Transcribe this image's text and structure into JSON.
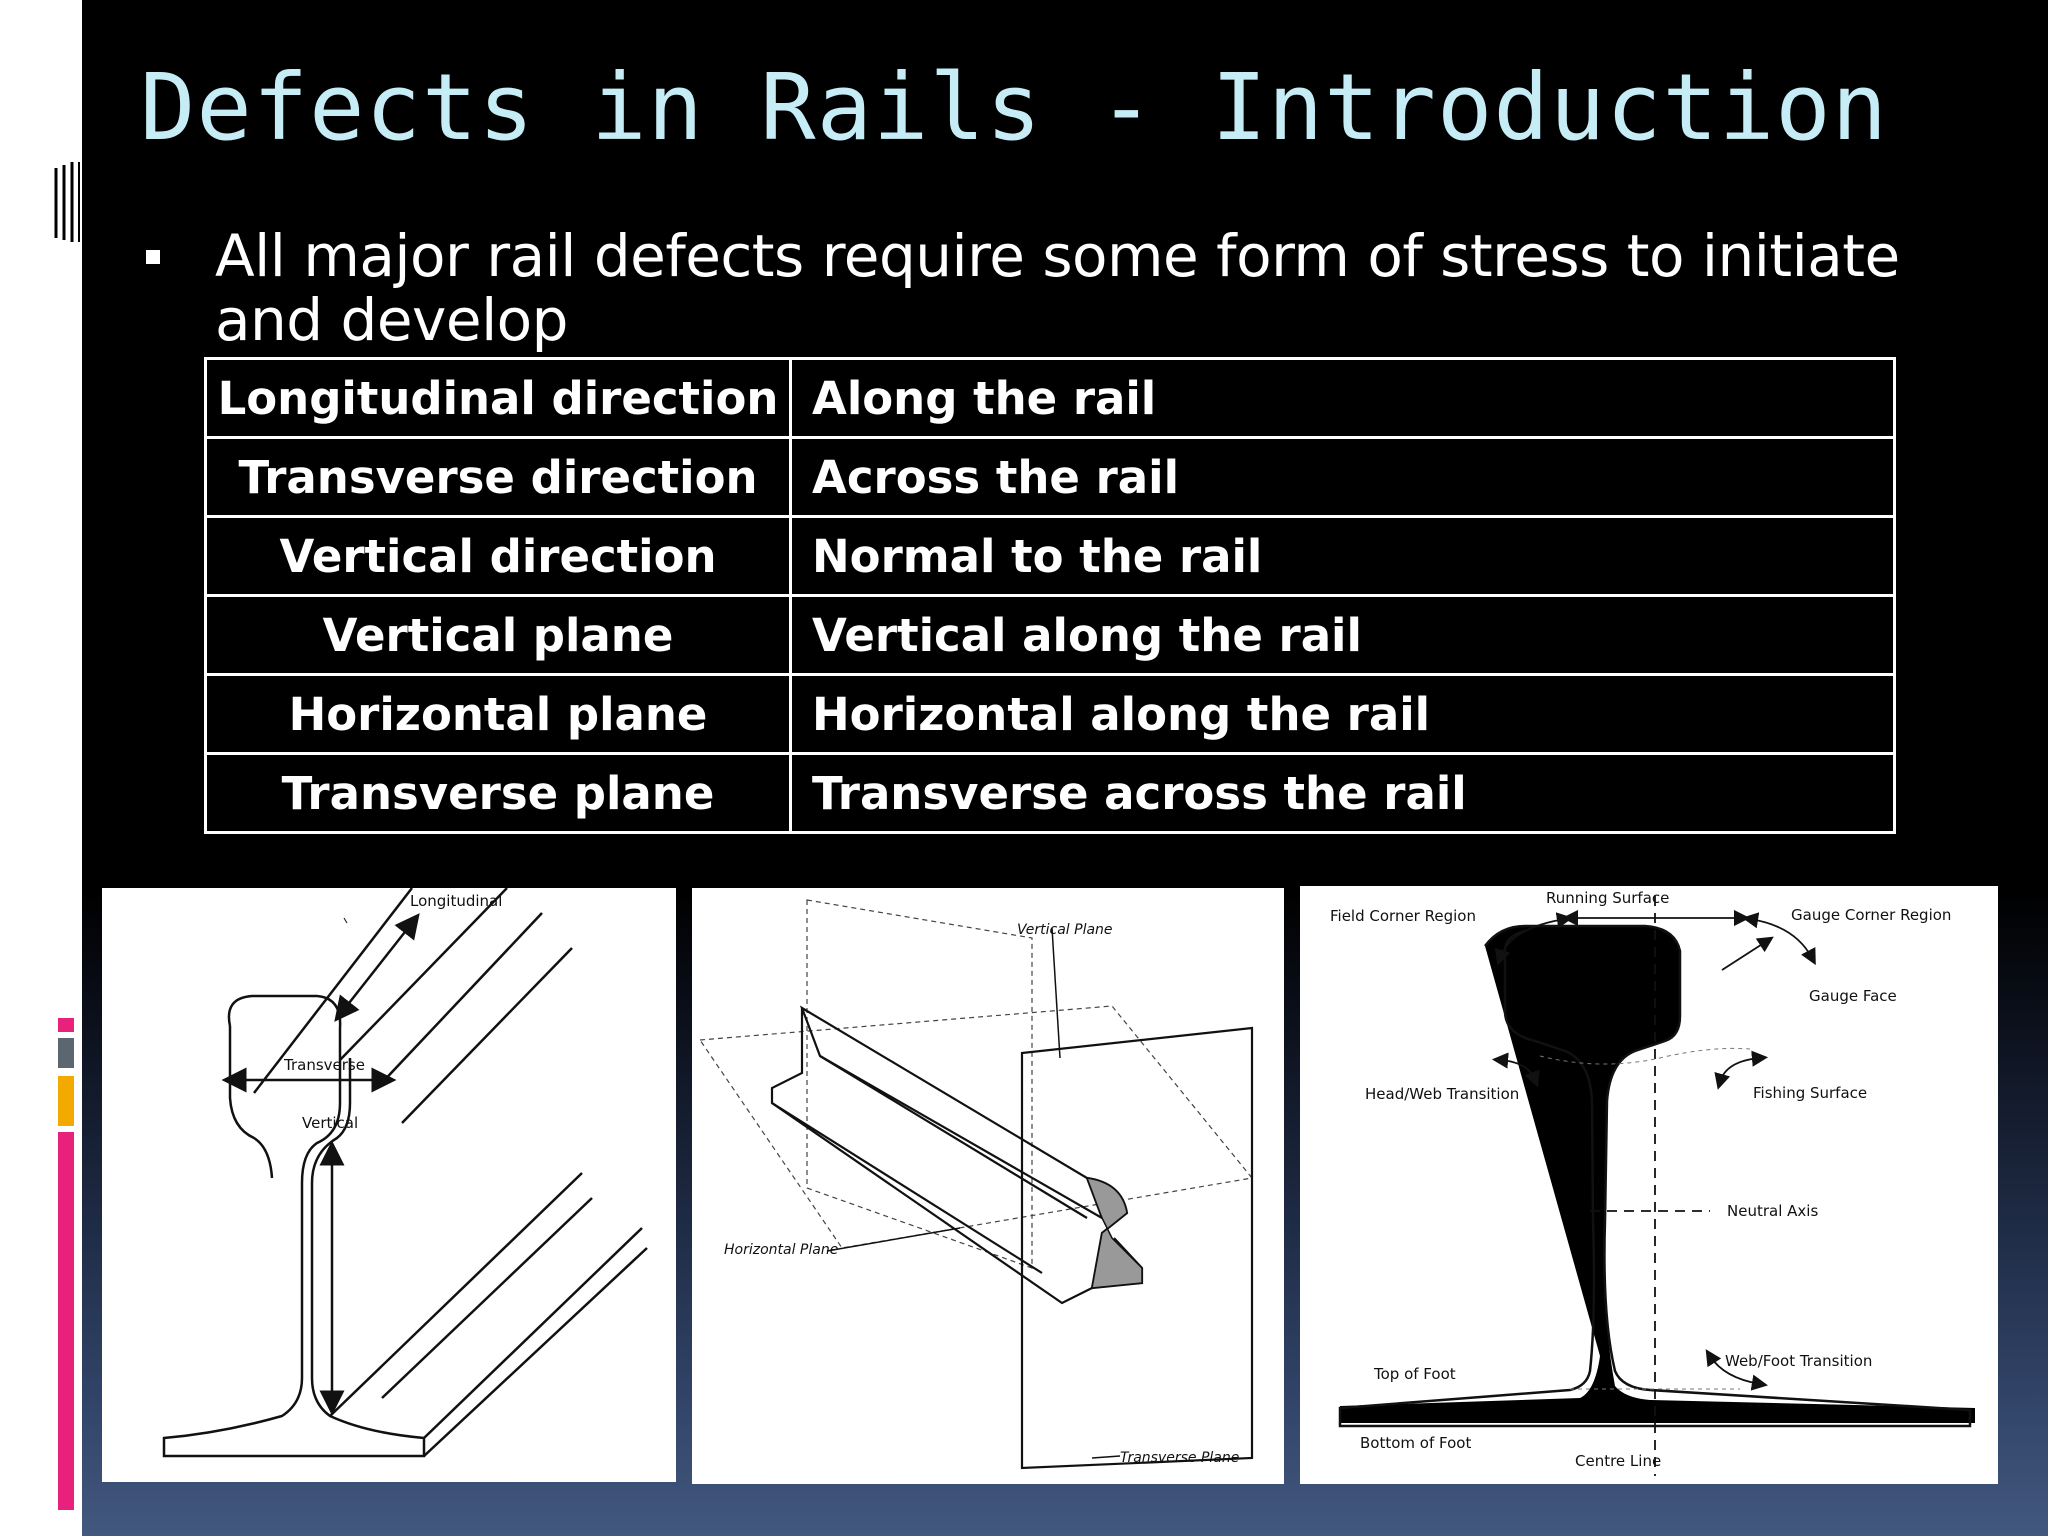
{
  "slide": {
    "title": "Defects in Rails - Introduction",
    "bullet": "All major rail defects require some form of stress to initiate and develop",
    "table": [
      {
        "term": "Longitudinal direction",
        "meaning": "Along the rail"
      },
      {
        "term": "Transverse direction",
        "meaning": "Across the rail"
      },
      {
        "term": "Vertical direction",
        "meaning": "Normal to the rail"
      },
      {
        "term": "Vertical plane",
        "meaning": "Vertical along the rail"
      },
      {
        "term": "Horizontal plane",
        "meaning": "Horizontal along the rail"
      },
      {
        "term": "Transverse plane",
        "meaning": "Transverse across the rail"
      }
    ]
  },
  "figures": {
    "directions": {
      "longitudinal": "Longitudinal",
      "transverse": "Transverse",
      "vertical": "Vertical"
    },
    "planes": {
      "vertical": "Vertical Plane",
      "horizontal": "Horizontal Plane",
      "transverse": "Transverse Plane"
    },
    "profile": {
      "running_surface": "Running Surface",
      "field_corner": "Field Corner Region",
      "gauge_corner": "Gauge Corner Region",
      "gauge_face": "Gauge Face",
      "head_web": "Head/Web Transition",
      "fishing_surface": "Fishing Surface",
      "neutral_axis": "Neutral Axis",
      "top_of_foot": "Top of Foot",
      "web_foot": "Web/Foot Transition",
      "bottom_of_foot": "Bottom of Foot",
      "centre_line": "Centre Line"
    }
  },
  "theme": {
    "title_color": "#c6ecf6",
    "accent_colors": [
      "#e8217a",
      "#5b6670",
      "#f2a900",
      "#e8217a"
    ]
  }
}
